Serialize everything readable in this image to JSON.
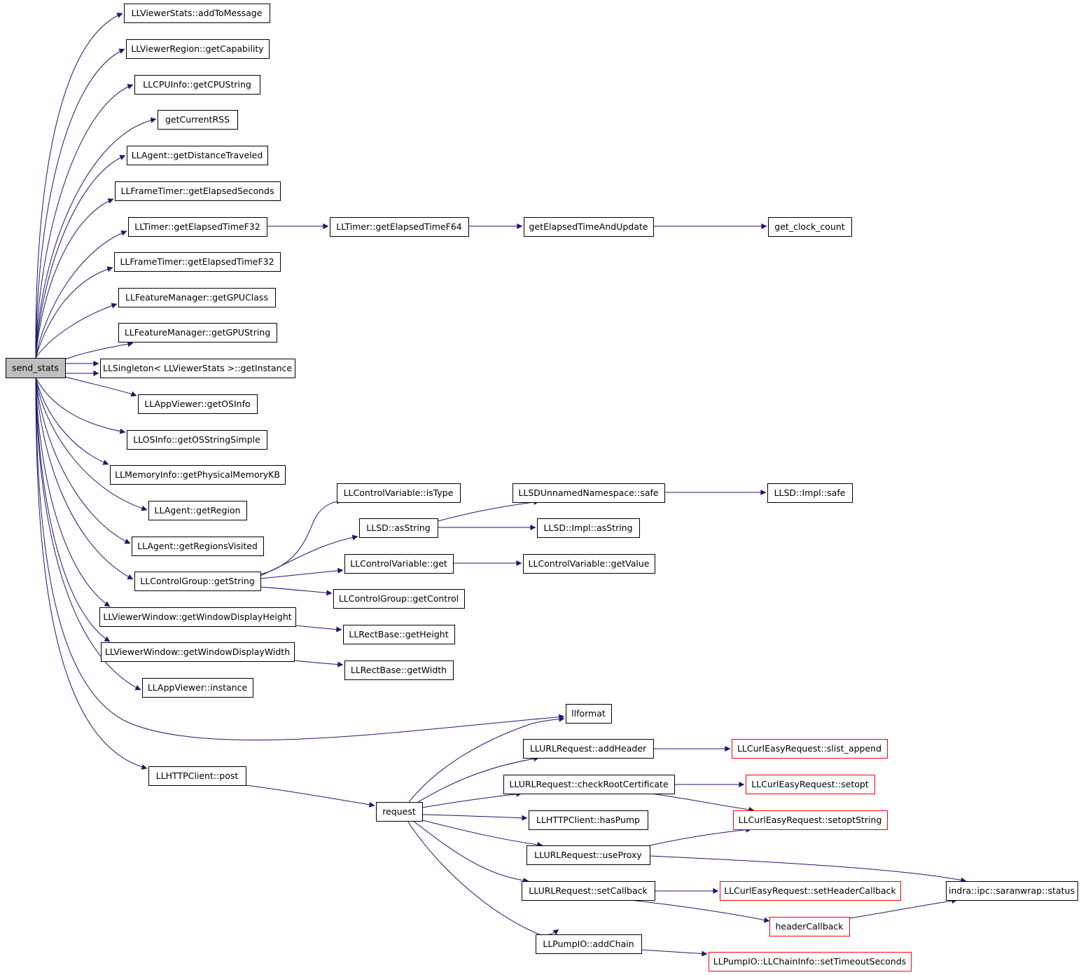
{
  "diagram": {
    "colors": {
      "edge": "#191970",
      "root_fill": "#bfbfbf",
      "node_border": "#000000",
      "external_border": "#ff0000"
    },
    "nodes": {
      "send_stats": "send_stats",
      "addToMessage": "LLViewerStats::addToMessage",
      "getCapability": "LLViewerRegion::getCapability",
      "getCPUString": "LLCPUInfo::getCPUString",
      "getCurrentRSS": "getCurrentRSS",
      "getDistanceTraveled": "LLAgent::getDistanceTraveled",
      "ftGetElapsedSeconds": "LLFrameTimer::getElapsedSeconds",
      "timerGetElapsedTimeF32": "LLTimer::getElapsedTimeF32",
      "timerGetElapsedTimeF64": "LLTimer::getElapsedTimeF64",
      "getElapsedTimeAndUpdate": "getElapsedTimeAndUpdate",
      "get_clock_count": "get_clock_count",
      "ftGetElapsedTimeF32": "LLFrameTimer::getElapsedTimeF32",
      "getGPUClass": "LLFeatureManager::getGPUClass",
      "getGPUString": "LLFeatureManager::getGPUString",
      "getInstance": "LLSingleton< LLViewerStats >::getInstance",
      "getOSInfo": "LLAppViewer::getOSInfo",
      "getOSStringSimple": "LLOSInfo::getOSStringSimple",
      "getPhysicalMemoryKB": "LLMemoryInfo::getPhysicalMemoryKB",
      "getRegion": "LLAgent::getRegion",
      "getRegionsVisited": "LLAgent::getRegionsVisited",
      "cgGetString": "LLControlGroup::getString",
      "cvIsType": "LLControlVariable::isType",
      "sdAsString": "LLSD::asString",
      "unnamedSafe": "LLSDUnnamedNamespace::safe",
      "implSafe": "LLSD::Impl::safe",
      "implAsString": "LLSD::Impl::asString",
      "cvGet": "LLControlVariable::get",
      "cvGetValue": "LLControlVariable::getValue",
      "cgGetControl": "LLControlGroup::getControl",
      "getWindowDisplayHeight": "LLViewerWindow::getWindowDisplayHeight",
      "rectGetHeight": "LLRectBase::getHeight",
      "getWindowDisplayWidth": "LLViewerWindow::getWindowDisplayWidth",
      "rectGetWidth": "LLRectBase::getWidth",
      "appInstance": "LLAppViewer::instance",
      "llformat": "llformat",
      "httpPost": "LLHTTPClient::post",
      "request": "request",
      "addHeader": "LLURLRequest::addHeader",
      "slist_append": "LLCurlEasyRequest::slist_append",
      "checkRootCertificate": "LLURLRequest::checkRootCertificate",
      "setopt": "LLCurlEasyRequest::setopt",
      "setoptString": "LLCurlEasyRequest::setoptString",
      "hasPump": "LLHTTPClient::hasPump",
      "useProxy": "LLURLRequest::useProxy",
      "saranwrapStatus": "indra::ipc::saranwrap::status",
      "setCallback": "LLURLRequest::setCallback",
      "setHeaderCallback": "LLCurlEasyRequest::setHeaderCallback",
      "headerCallback": "headerCallback",
      "addChain": "LLPumpIO::addChain",
      "setTimeoutSeconds": "LLPumpIO::LLChainInfo::setTimeoutSeconds"
    },
    "external_nodes": [
      "slist_append",
      "setopt",
      "setoptString",
      "setHeaderCallback",
      "headerCallback",
      "setTimeoutSeconds"
    ],
    "root_node": "send_stats",
    "edges": [
      [
        "send_stats",
        "addToMessage"
      ],
      [
        "send_stats",
        "getCapability"
      ],
      [
        "send_stats",
        "getCPUString"
      ],
      [
        "send_stats",
        "getCurrentRSS"
      ],
      [
        "send_stats",
        "getDistanceTraveled"
      ],
      [
        "send_stats",
        "ftGetElapsedSeconds"
      ],
      [
        "send_stats",
        "timerGetElapsedTimeF32"
      ],
      [
        "send_stats",
        "ftGetElapsedTimeF32"
      ],
      [
        "send_stats",
        "getGPUClass"
      ],
      [
        "send_stats",
        "getGPUString"
      ],
      [
        "send_stats",
        "getInstance"
      ],
      [
        "send_stats",
        "getOSInfo"
      ],
      [
        "send_stats",
        "getOSStringSimple"
      ],
      [
        "send_stats",
        "getPhysicalMemoryKB"
      ],
      [
        "send_stats",
        "getRegion"
      ],
      [
        "send_stats",
        "getRegionsVisited"
      ],
      [
        "send_stats",
        "cgGetString"
      ],
      [
        "send_stats",
        "getWindowDisplayHeight"
      ],
      [
        "send_stats",
        "getWindowDisplayWidth"
      ],
      [
        "send_stats",
        "appInstance"
      ],
      [
        "send_stats",
        "llformat"
      ],
      [
        "send_stats",
        "httpPost"
      ],
      [
        "timerGetElapsedTimeF32",
        "timerGetElapsedTimeF64"
      ],
      [
        "timerGetElapsedTimeF64",
        "getElapsedTimeAndUpdate"
      ],
      [
        "getElapsedTimeAndUpdate",
        "get_clock_count"
      ],
      [
        "cgGetString",
        "cvIsType"
      ],
      [
        "cgGetString",
        "sdAsString"
      ],
      [
        "cgGetString",
        "cvGet"
      ],
      [
        "cgGetString",
        "cgGetControl"
      ],
      [
        "sdAsString",
        "unnamedSafe"
      ],
      [
        "sdAsString",
        "implAsString"
      ],
      [
        "unnamedSafe",
        "implSafe"
      ],
      [
        "cvGet",
        "cvGetValue"
      ],
      [
        "getWindowDisplayHeight",
        "rectGetHeight"
      ],
      [
        "getWindowDisplayWidth",
        "rectGetWidth"
      ],
      [
        "httpPost",
        "request"
      ],
      [
        "request",
        "llformat"
      ],
      [
        "request",
        "addHeader"
      ],
      [
        "request",
        "checkRootCertificate"
      ],
      [
        "request",
        "hasPump"
      ],
      [
        "request",
        "useProxy"
      ],
      [
        "request",
        "setCallback"
      ],
      [
        "request",
        "addChain"
      ],
      [
        "addHeader",
        "slist_append"
      ],
      [
        "checkRootCertificate",
        "setopt"
      ],
      [
        "checkRootCertificate",
        "setoptString"
      ],
      [
        "useProxy",
        "setoptString"
      ],
      [
        "useProxy",
        "saranwrapStatus"
      ],
      [
        "setCallback",
        "setHeaderCallback"
      ],
      [
        "setCallback",
        "headerCallback"
      ],
      [
        "headerCallback",
        "saranwrapStatus"
      ],
      [
        "addChain",
        "setTimeoutSeconds"
      ]
    ]
  }
}
